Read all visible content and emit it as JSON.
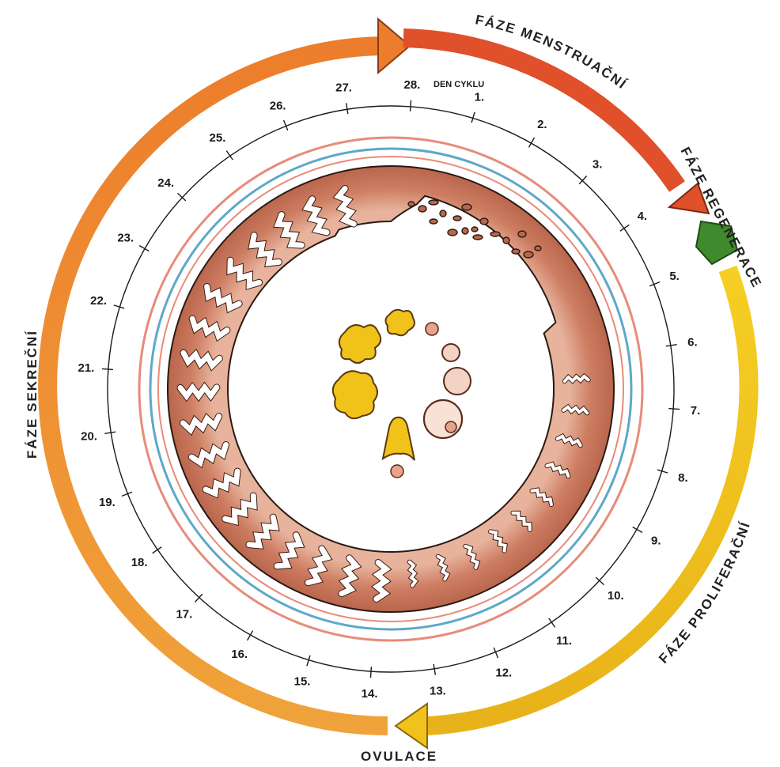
{
  "labels": {
    "menstrual": "FÁZE MENSTRUAČNÍ",
    "regeneration": "FÁZE REGENERACE",
    "proliferative": "FÁZE PROLIFERAČNÍ",
    "secretory": "FÁZE SEKREČNÍ",
    "ovulation": "OVULACE",
    "cycle_day": "DEN CYKLU"
  },
  "days": [
    "1.",
    "2.",
    "3.",
    "4.",
    "5.",
    "6.",
    "7.",
    "8.",
    "9.",
    "10.",
    "11.",
    "12.",
    "13.",
    "14.",
    "15.",
    "16.",
    "17.",
    "18.",
    "19.",
    "20.",
    "21.",
    "22.",
    "23.",
    "24.",
    "25.",
    "26.",
    "27.",
    "28."
  ],
  "colors": {
    "menstrual": "#e0502a",
    "regeneration": "#3f8a2c",
    "proliferative": "#f2c21c",
    "secretory": "#e9782a",
    "tissue": "#cd7d62",
    "vessel_blue": "#5ea8c8",
    "vessel_red": "#e88b7a",
    "gland_yellow": "#f0c21a"
  }
}
